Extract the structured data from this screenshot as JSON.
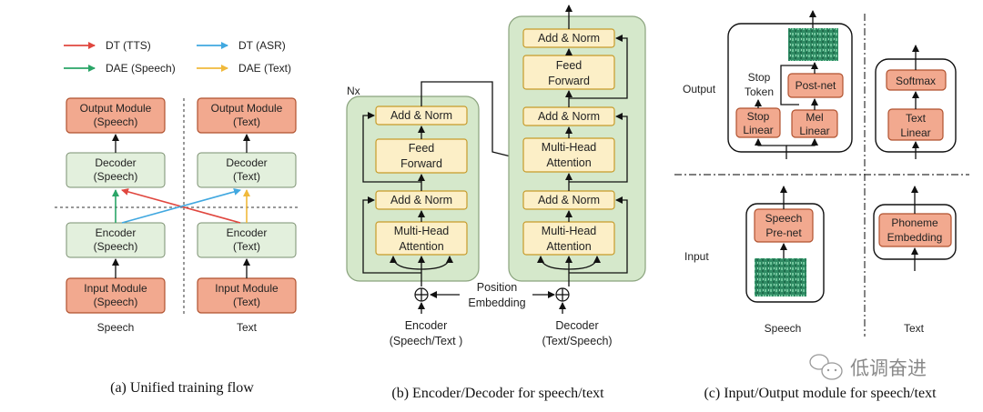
{
  "legend": {
    "tts": {
      "label": "DT (TTS)",
      "color": "#e0473f"
    },
    "asr": {
      "label": "DT (ASR)",
      "color": "#41a8e0"
    },
    "dae_speech": {
      "label": "DAE (Speech)",
      "color": "#2aa567"
    },
    "dae_text": {
      "label": "DAE (Text)",
      "color": "#f0b93b"
    }
  },
  "panel_a": {
    "speech": {
      "output": [
        "Output Module",
        "(Speech)"
      ],
      "decoder": [
        "Decoder",
        "(Speech)"
      ],
      "encoder": [
        "Encoder",
        "(Speech)"
      ],
      "input": [
        "Input Module",
        "(Speech)"
      ],
      "col_label": "Speech"
    },
    "text": {
      "output": [
        "Output Module",
        "(Text)"
      ],
      "decoder": [
        "Decoder",
        "(Text)"
      ],
      "encoder": [
        "Encoder",
        "(Text)"
      ],
      "input": [
        "Input Module",
        "(Text)"
      ],
      "col_label": "Text"
    },
    "caption": "(a) Unified training flow"
  },
  "panel_b": {
    "nx": "Nx",
    "enc_add_norm_top": "Add & Norm",
    "enc_ff": [
      "Feed",
      "Forward"
    ],
    "enc_add_norm_bottom": "Add & Norm",
    "enc_mha": [
      "Multi-Head",
      "Attention"
    ],
    "dec_add_norm_top": "Add & Norm",
    "dec_ff": [
      "Feed",
      "Forward"
    ],
    "dec_add_norm_mid": "Add & Norm",
    "dec_cross_mha": [
      "Multi-Head",
      "Attention"
    ],
    "dec_add_norm_bottom": "Add & Norm",
    "dec_mha": [
      "Multi-Head",
      "Attention"
    ],
    "position": [
      "Position",
      "Embedding"
    ],
    "encoder_label": [
      "Encoder",
      "(Speech/Text )"
    ],
    "decoder_label": [
      "Decoder",
      "(Text/Speech)"
    ],
    "caption": "(b) Encoder/Decoder for speech/text"
  },
  "panel_c": {
    "output_row": "Output",
    "input_row": "Input",
    "stop_token": [
      "Stop",
      "Token"
    ],
    "stop_linear": [
      "Stop",
      "Linear"
    ],
    "post_net": "Post-net",
    "mel_linear": [
      "Mel",
      "Linear"
    ],
    "softmax": "Softmax",
    "text_linear": [
      "Text",
      "Linear"
    ],
    "speech_prenet": [
      "Speech",
      "Pre-net"
    ],
    "phoneme_embedding": [
      "Phoneme",
      "Embedding"
    ],
    "speech_col": "Speech",
    "text_col": "Text",
    "caption": "(c) Input/Output module for speech/text"
  },
  "watermark": "低调奋进"
}
